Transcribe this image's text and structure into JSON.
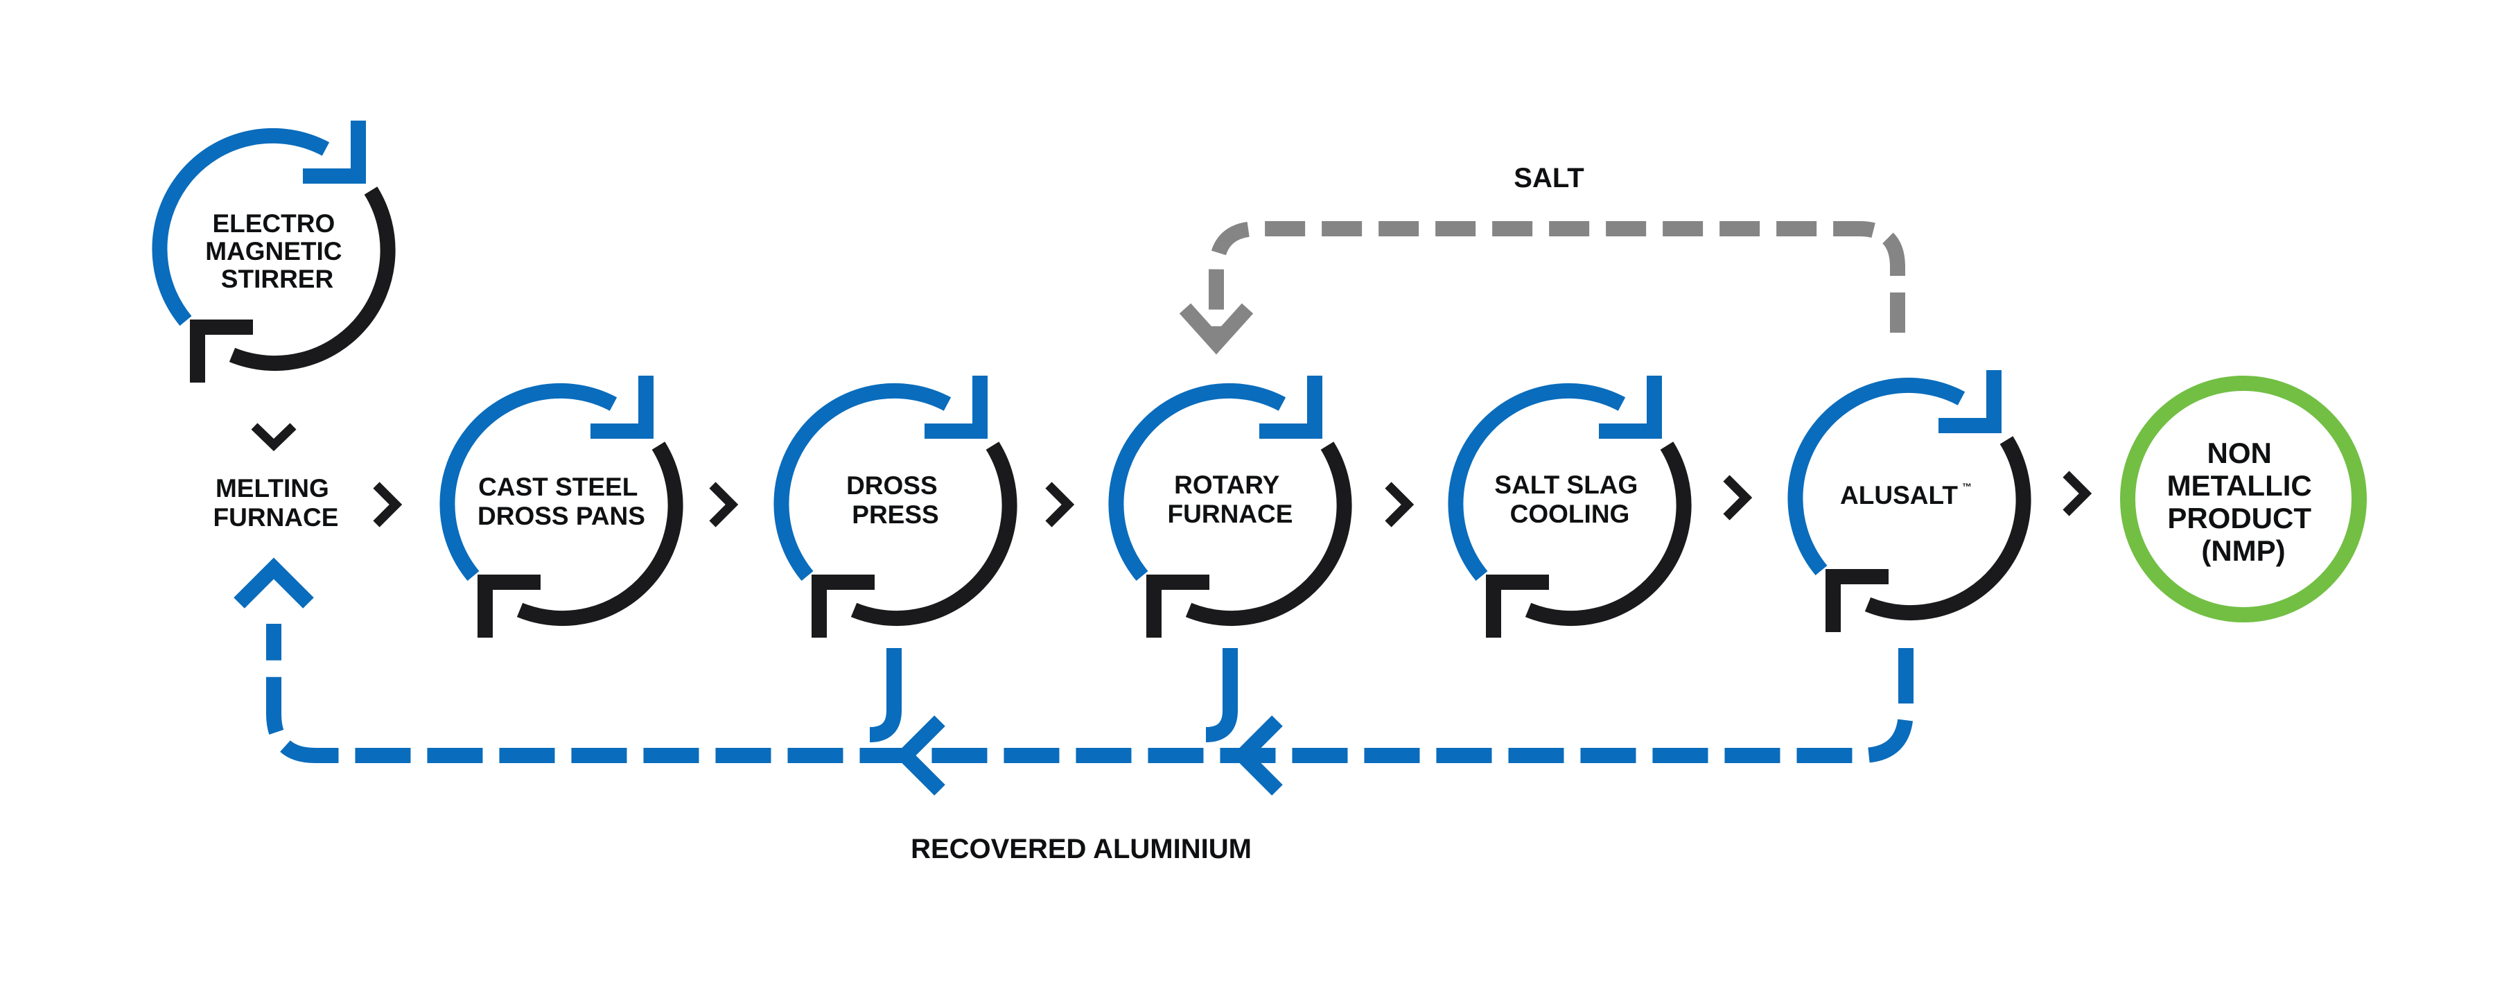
{
  "colors": {
    "blue": "#0a6cbc",
    "black": "#1a1a1c",
    "grey": "#858586",
    "green": "#72bf44",
    "text": "#0f1012"
  },
  "nodes": {
    "electro_magnetic_stirrer": {
      "lines": [
        "ELECTRO",
        "MAGNETIC",
        "STIRRER"
      ]
    },
    "melting_furnace": {
      "lines": [
        "MELTING",
        "FURNACE"
      ]
    },
    "cast_steel_dross_pans": {
      "lines": [
        "CAST STEEL",
        "DROSS PANS"
      ]
    },
    "dross_press": {
      "lines": [
        "DROSS",
        "PRESS"
      ]
    },
    "rotary_furnace": {
      "lines": [
        "ROTARY",
        "FURNACE"
      ]
    },
    "salt_slag_cooling": {
      "lines": [
        "SALT SLAG",
        "COOLING"
      ]
    },
    "alusalt": {
      "label": "ALUSALT",
      "trademark": "™"
    },
    "non_metallic_product": {
      "lines": [
        "NON",
        "METALLIC",
        "PRODUCT",
        "(NMP)"
      ]
    }
  },
  "flows": {
    "salt_label": "SALT",
    "recovered_aluminium_label": "RECOVERED ALUMINIUM"
  }
}
